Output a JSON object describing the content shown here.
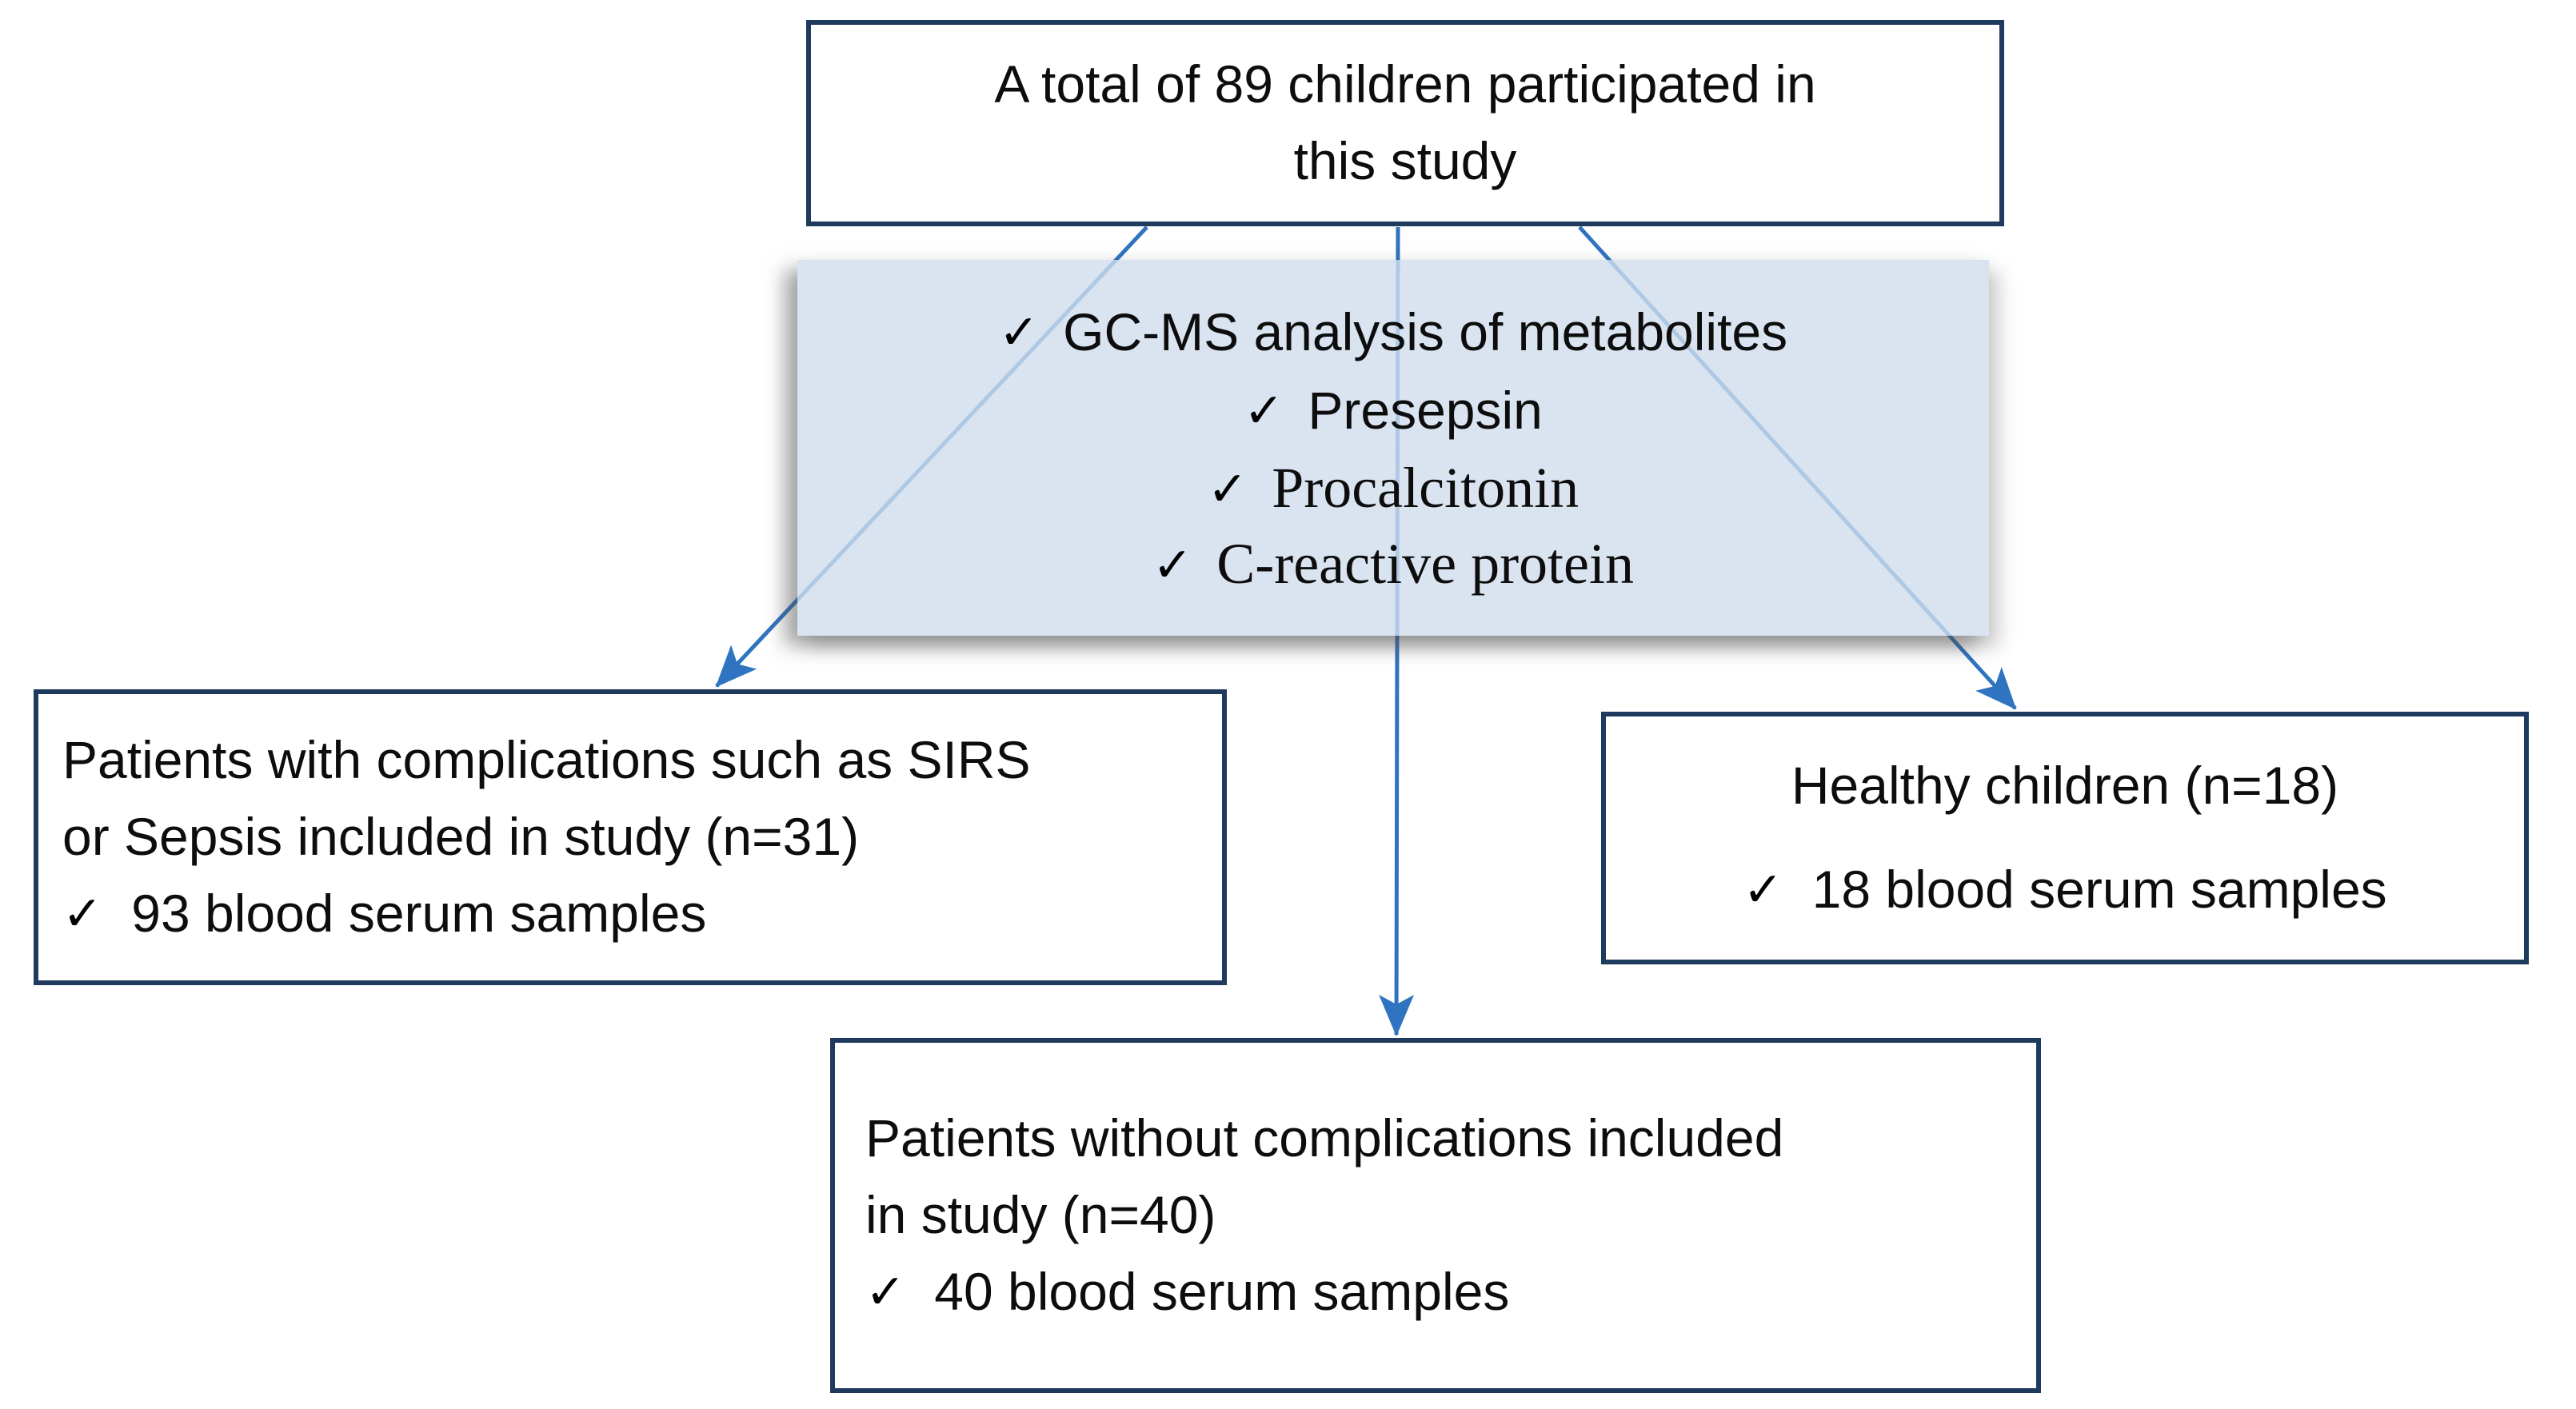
{
  "glyphs": {
    "check": "✓"
  },
  "colors": {
    "border_navy": "#1e3a5c",
    "arrow_blue": "#2f74c0",
    "shaded_panel_fill": "#d9e4f0",
    "text": "#0d0d0d",
    "background": "#ffffff"
  },
  "top_box": {
    "line1": "A total of 89 children participated in",
    "line2": "this study"
  },
  "middle_box": {
    "items": [
      {
        "label": "GC-MS analysis of metabolites"
      },
      {
        "label": "Presepsin"
      },
      {
        "label": "Procalcitonin"
      },
      {
        "label": "C-reactive protein"
      }
    ]
  },
  "left_box": {
    "line1": "Patients with complications such as SIRS",
    "line2": "or Sepsis included in study (n=31)",
    "check_item": "93 blood serum samples"
  },
  "right_box": {
    "title": "Healthy children (n=18)",
    "check_item": "18 blood serum samples"
  },
  "bottom_box": {
    "line1": "Patients without complications included",
    "line2": "in study (n=40)",
    "check_item": "40 blood serum samples"
  }
}
